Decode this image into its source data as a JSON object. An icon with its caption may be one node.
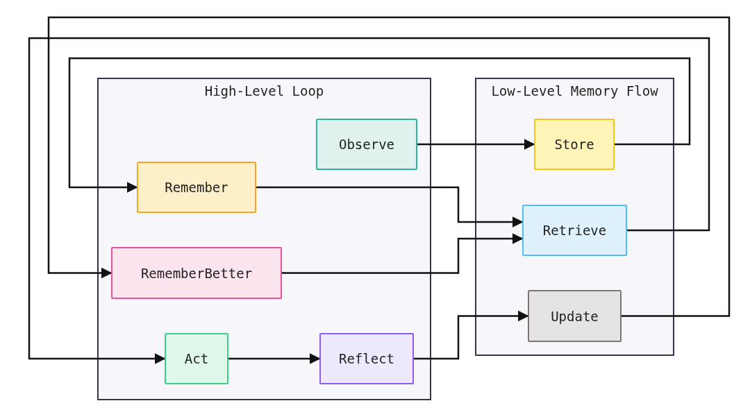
{
  "diagram": {
    "nodes": [
      {
        "text": [
          "High-Level Loop"
        ]
      },
      {
        "text": [
          "Low-Level Memory Flow"
        ]
      },
      {
        "text": [
          "Observe"
        ],
        "in": 0
      },
      {
        "text": [
          "Remember"
        ],
        "in": 0
      },
      {
        "text": [
          "RememberBetter"
        ],
        "in": 0
      },
      {
        "text": [
          "Act"
        ],
        "in": 0
      },
      {
        "text": [
          "Reflect"
        ],
        "in": 0
      },
      {
        "text": [
          "Store"
        ],
        "in": 1
      },
      {
        "text": [
          "Retrieve"
        ],
        "in": 1
      },
      {
        "text": [
          "Update"
        ],
        "in": 1
      }
    ],
    "edges": [
      {
        "from": 2,
        "to": 7,
        "arrow": "to"
      },
      {
        "from": 7,
        "to": 3,
        "arrow": "to"
      },
      {
        "from": 3,
        "to": 8,
        "arrow": "to"
      },
      {
        "from": 4,
        "to": 8,
        "arrow": "to"
      },
      {
        "from": 8,
        "to": 5,
        "arrow": "to"
      },
      {
        "from": 9,
        "to": 4,
        "arrow": "to"
      },
      {
        "from": 5,
        "to": 6,
        "arrow": "to"
      },
      {
        "from": 6,
        "to": 9,
        "arrow": "to"
      }
    ]
  }
}
